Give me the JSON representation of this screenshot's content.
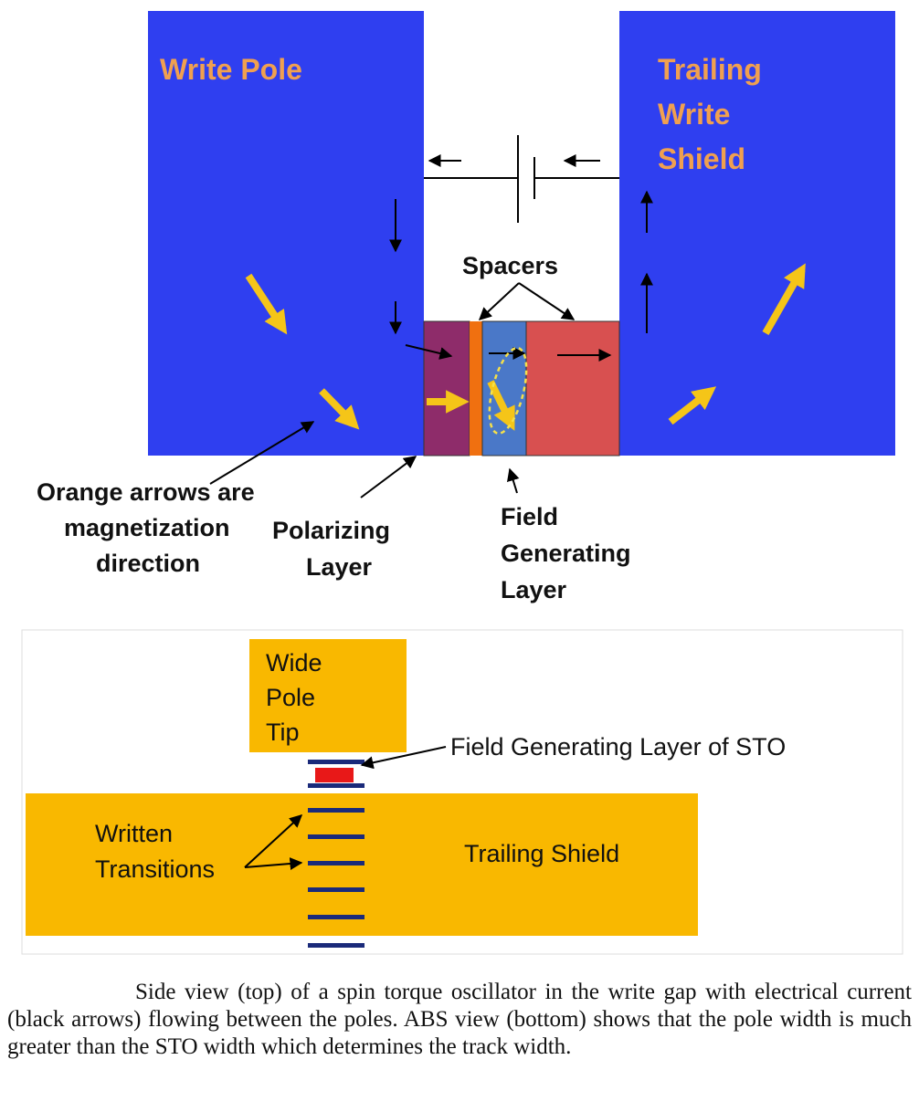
{
  "side_view": {
    "write_pole": "Write Pole",
    "trailing_shield": [
      "Trailing",
      "Write",
      "Shield"
    ],
    "spacers": "Spacers",
    "orange_note": [
      "Orange arrows are",
      "magnetization",
      "direction"
    ],
    "polarizing_layer": [
      "Polarizing",
      "Layer"
    ],
    "field_generating_layer": [
      "Field",
      "Generating",
      "Layer"
    ]
  },
  "abs_view": {
    "wide_pole_tip": [
      "Wide",
      "Pole",
      "Tip"
    ],
    "fgl_of_sto": "Field Generating Layer of STO",
    "written_transitions": [
      "Written",
      "Transitions"
    ],
    "trailing_shield": "Trailing Shield"
  },
  "caption": "Side view (top) of a spin torque oscillator in the write gap with electrical current (black arrows) flowing between the poles. ABS view (bottom) shows that the pole width is much greater than the STO width which determines the track width.",
  "colors": {
    "pole_blue": "#2f3ff0",
    "label_orange": "#f0a050",
    "polarizing_purple": "#8e2c6a",
    "spacer_orange": "#f07010",
    "fgl_blue": "#4a78c8",
    "shield_red": "#d85050",
    "arrow_yellow": "#f5c518",
    "abs_gold": "#f9b800",
    "track_navy": "#1a2a7a",
    "sto_red": "#e81818"
  }
}
